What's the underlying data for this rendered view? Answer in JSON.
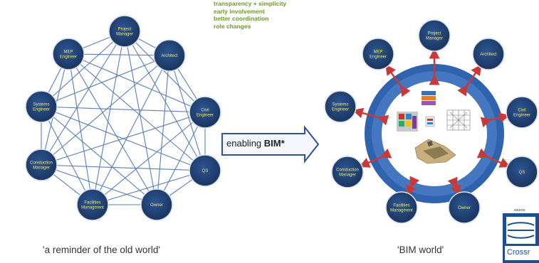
{
  "benefits": [
    "transparency + simplicity",
    "early involvement",
    "better coordination",
    "role changes"
  ],
  "old_world": {
    "caption": "'a reminder of the old world'",
    "nodes": [
      "Project Manager",
      "Architect",
      "Civil Engineer",
      "QS",
      "Owner",
      "Facilities Managment",
      "Constuction Manager",
      "Systems Engineer",
      "MEP Engineer"
    ]
  },
  "bim_world": {
    "caption": "'BIM   world'",
    "nodes": [
      "Project Manager",
      "Architect",
      "Civil Engineer",
      "QS",
      "Owner",
      "Facilities Managment",
      "Constuction Manager",
      "Systems Engineer",
      "MEP Engineer"
    ]
  },
  "arrow": {
    "text_plain": "enabling ",
    "text_bold": "BIM*"
  },
  "source": {
    "label": "source:",
    "logo_text": "Crossr"
  },
  "colors": {
    "node_fill": "#1f3d6d",
    "node_label": "#f3e46a",
    "mesh_line": "#5b7fb5",
    "ring": "#3b68b0",
    "spoke_arrow": "#c83a3a",
    "benefit_text": "#6f9a24"
  }
}
